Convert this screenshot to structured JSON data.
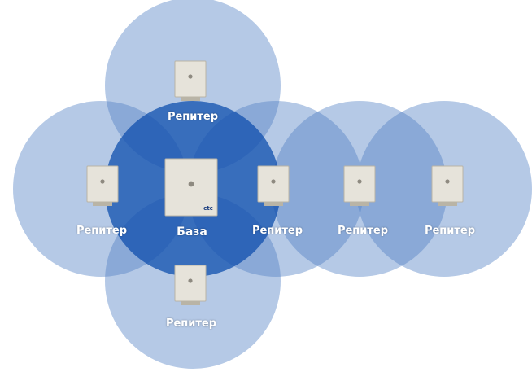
{
  "colors": {
    "background": "#ffffff",
    "repeater_zone": "#4f7ec4",
    "base_zone": "#0f4fae",
    "label_text": "#ffffff",
    "device_body": "#e6e3da",
    "device_edge": "#b9b4a6",
    "device_button": "#8e8a80"
  },
  "icons": {
    "base": "base-station-icon",
    "repeater": "repeater-device-icon"
  },
  "labels": {
    "base": "База",
    "repeater_top": "Репитер",
    "repeater_left": "Репитер",
    "repeater_right1": "Репитер",
    "repeater_right2": "Репитер",
    "repeater_right3": "Репитер",
    "repeater_bottom": "Репитер"
  },
  "base_logo_text": "ctc"
}
